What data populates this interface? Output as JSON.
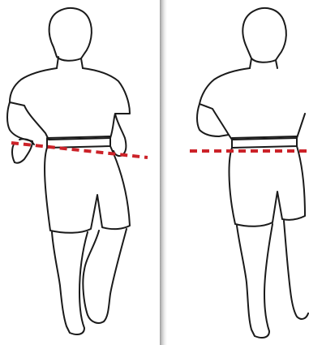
{
  "colors": {
    "hip_line": "#cc2229",
    "outline": "#1a1a1a",
    "divider_shadow": "#9a9a9a",
    "background": "#ffffff"
  },
  "panels": [
    {
      "figure": "runner-back-view",
      "hip_line": "tilted"
    },
    {
      "figure": "runner-back-view",
      "hip_line": "level"
    }
  ]
}
